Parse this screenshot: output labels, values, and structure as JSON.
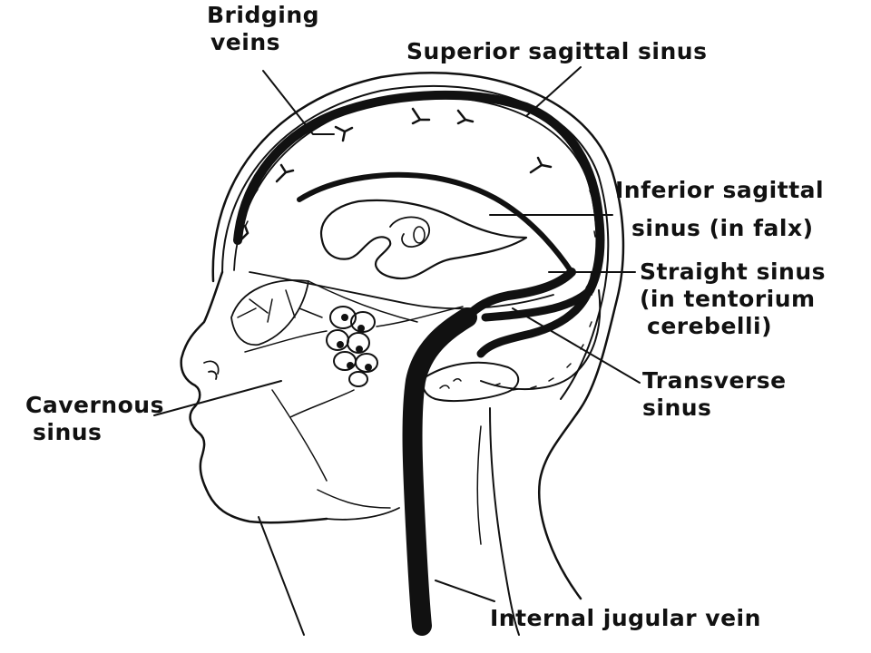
{
  "diagram": {
    "ink_color": "#111111",
    "background": "#ffffff",
    "labels": {
      "bridging_veins": [
        "Bridging",
        "veins"
      ],
      "superior_sagittal_sinus": "Superior sagittal sinus",
      "inferior_sagittal_sinus": [
        "Inferior sagittal",
        "sinus (in falx)"
      ],
      "straight_sinus": [
        "Straight sinus",
        "(in tentorium",
        "cerebelli)"
      ],
      "transverse_sinus": [
        "Transverse",
        "sinus"
      ],
      "cavernous_sinus": [
        "Cavernous",
        "sinus"
      ],
      "internal_jugular_vein": "Internal jugular vein"
    }
  }
}
